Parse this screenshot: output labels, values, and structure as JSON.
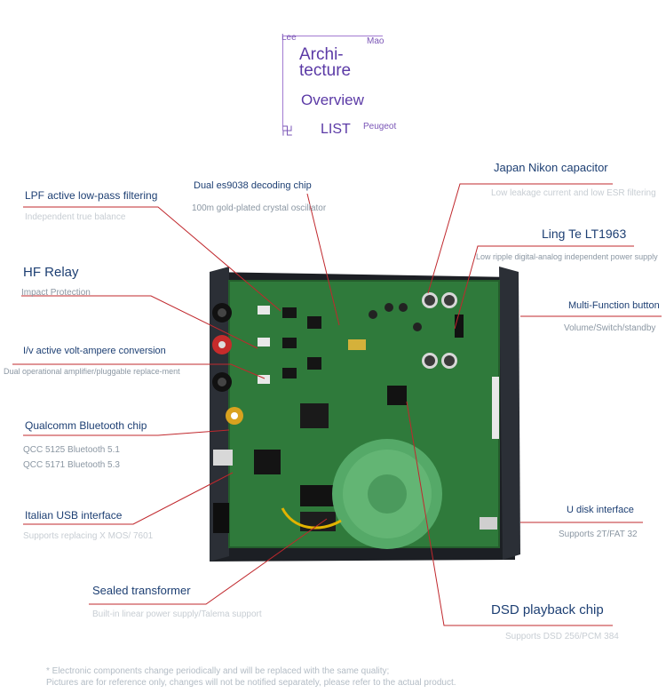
{
  "header": {
    "corner_tl": "Lee",
    "corner_tr": "Mao",
    "title_line1": "Archi-",
    "title_line2": "tecture",
    "title_line3": "Overview",
    "title_line4": "LIST",
    "corner_br": "Peugeot"
  },
  "callouts": {
    "lpf": {
      "label": "LPF active low-pass filtering",
      "sub": "Independent true balance"
    },
    "hf_relay": {
      "label": "HF Relay",
      "sub": "Impact Protection"
    },
    "iv": {
      "label": "I/v active volt-ampere conversion",
      "sub": "Dual operational amplifier/pluggable replace-ment"
    },
    "bluetooth": {
      "label": "Qualcomm Bluetooth chip",
      "sub1": "QCC 5125 Bluetooth 5.1",
      "sub2": "QCC 5171 Bluetooth 5.3"
    },
    "usb": {
      "label": "Italian USB interface",
      "sub": "Supports replacing X MOS/ 7601"
    },
    "transformer": {
      "label": "Sealed transformer",
      "sub": "Built-in linear power supply/Talema support"
    },
    "es9038": {
      "label": "Dual es9038 decoding chip",
      "sub": "100m gold-plated crystal oscillator"
    },
    "nikon": {
      "label": "Japan Nikon capacitor",
      "sub": "Low leakage current and low ESR filtering"
    },
    "lt1963": {
      "label": "Ling Te LT1963",
      "sub": "Low ripple digital-analog independent power supply"
    },
    "multi_button": {
      "label": "Multi-Function button",
      "sub": "Volume/Switch/standby"
    },
    "udisk": {
      "label": "U disk interface",
      "sub": "Supports 2T/FAT 32"
    },
    "dsd": {
      "label": "DSD playback chip",
      "sub": "Supports DSD 256/PCM 384"
    }
  },
  "footnote": {
    "line1": "* Electronic components change periodically and will be replaced with the same quality;",
    "line2": "Pictures are for reference only, changes will not be notified separately, please refer to the actual product."
  },
  "colors": {
    "leader_line": "#c0282d",
    "pcb": "#2f7a3b",
    "transformer": "#55a968",
    "chassis": "#1c1f24",
    "label_blue": "#1d3f73"
  }
}
